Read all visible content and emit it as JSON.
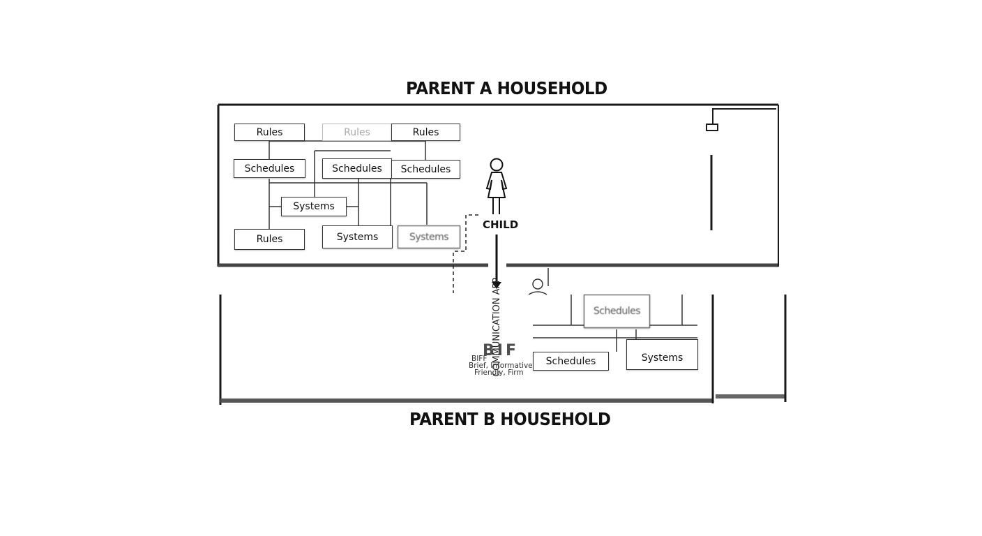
{
  "diagram": {
    "top_title": "PARENT A HOUSEHOLD",
    "bottom_title": "PARENT B HOUSEHOLD",
    "child_label": "CHILD",
    "app_label": "COMMUNICATION APP",
    "bif_letters": "BIF",
    "bif_short": "BIFF",
    "bif_line1": "Brief, Informative,",
    "bif_line2": "Friendly, Firm",
    "parent_a_boxes": [
      {
        "label": "Rules",
        "style": "normal"
      },
      {
        "label": "Rules",
        "style": "faded"
      },
      {
        "label": "Rules",
        "style": "normal"
      },
      {
        "label": "Schedules",
        "style": "normal"
      },
      {
        "label": "Schedules",
        "style": "normal"
      },
      {
        "label": "Schedules",
        "style": "normal"
      },
      {
        "label": "Systems",
        "style": "normal"
      },
      {
        "label": "Rules",
        "style": "normal"
      },
      {
        "label": "Systems",
        "style": "normal"
      },
      {
        "label": "Systems",
        "style": "blur"
      }
    ],
    "parent_b_boxes": [
      {
        "label": "Schedules",
        "style": "blur"
      },
      {
        "label": "Schedules",
        "style": "normal"
      },
      {
        "label": "Systems",
        "style": "normal"
      }
    ],
    "colors": {
      "line": "#222222",
      "frame": "#1a1a1a",
      "background": "#ffffff"
    }
  }
}
